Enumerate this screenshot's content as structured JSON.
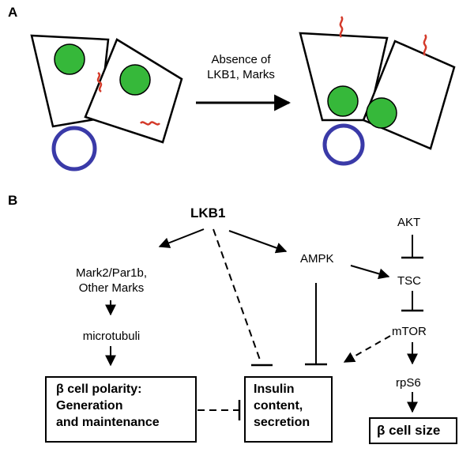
{
  "panel_a": {
    "letter": "A",
    "arrow_label": [
      "Absence of",
      "LKB1, Marks"
    ],
    "colors": {
      "nucleus": "#36b83a",
      "lumen": "#3a3aa8",
      "marks": "#d43a2a",
      "outline": "#000000"
    }
  },
  "panel_b": {
    "letter": "B",
    "nodes": {
      "lkb1": "LKB1",
      "akt": "AKT",
      "ampk": "AMPK",
      "tsc": "TSC",
      "mtor": "mTOR",
      "rps6": "rpS6",
      "marks": [
        "Mark2/Par1b,",
        "Other Marks"
      ],
      "microtubuli": "microtubuli"
    },
    "boxes": {
      "polarity": [
        "β cell polarity:",
        "Generation",
        "and maintenance"
      ],
      "insulin": [
        "Insulin",
        "content,",
        "secretion"
      ],
      "size": "β cell size"
    }
  }
}
